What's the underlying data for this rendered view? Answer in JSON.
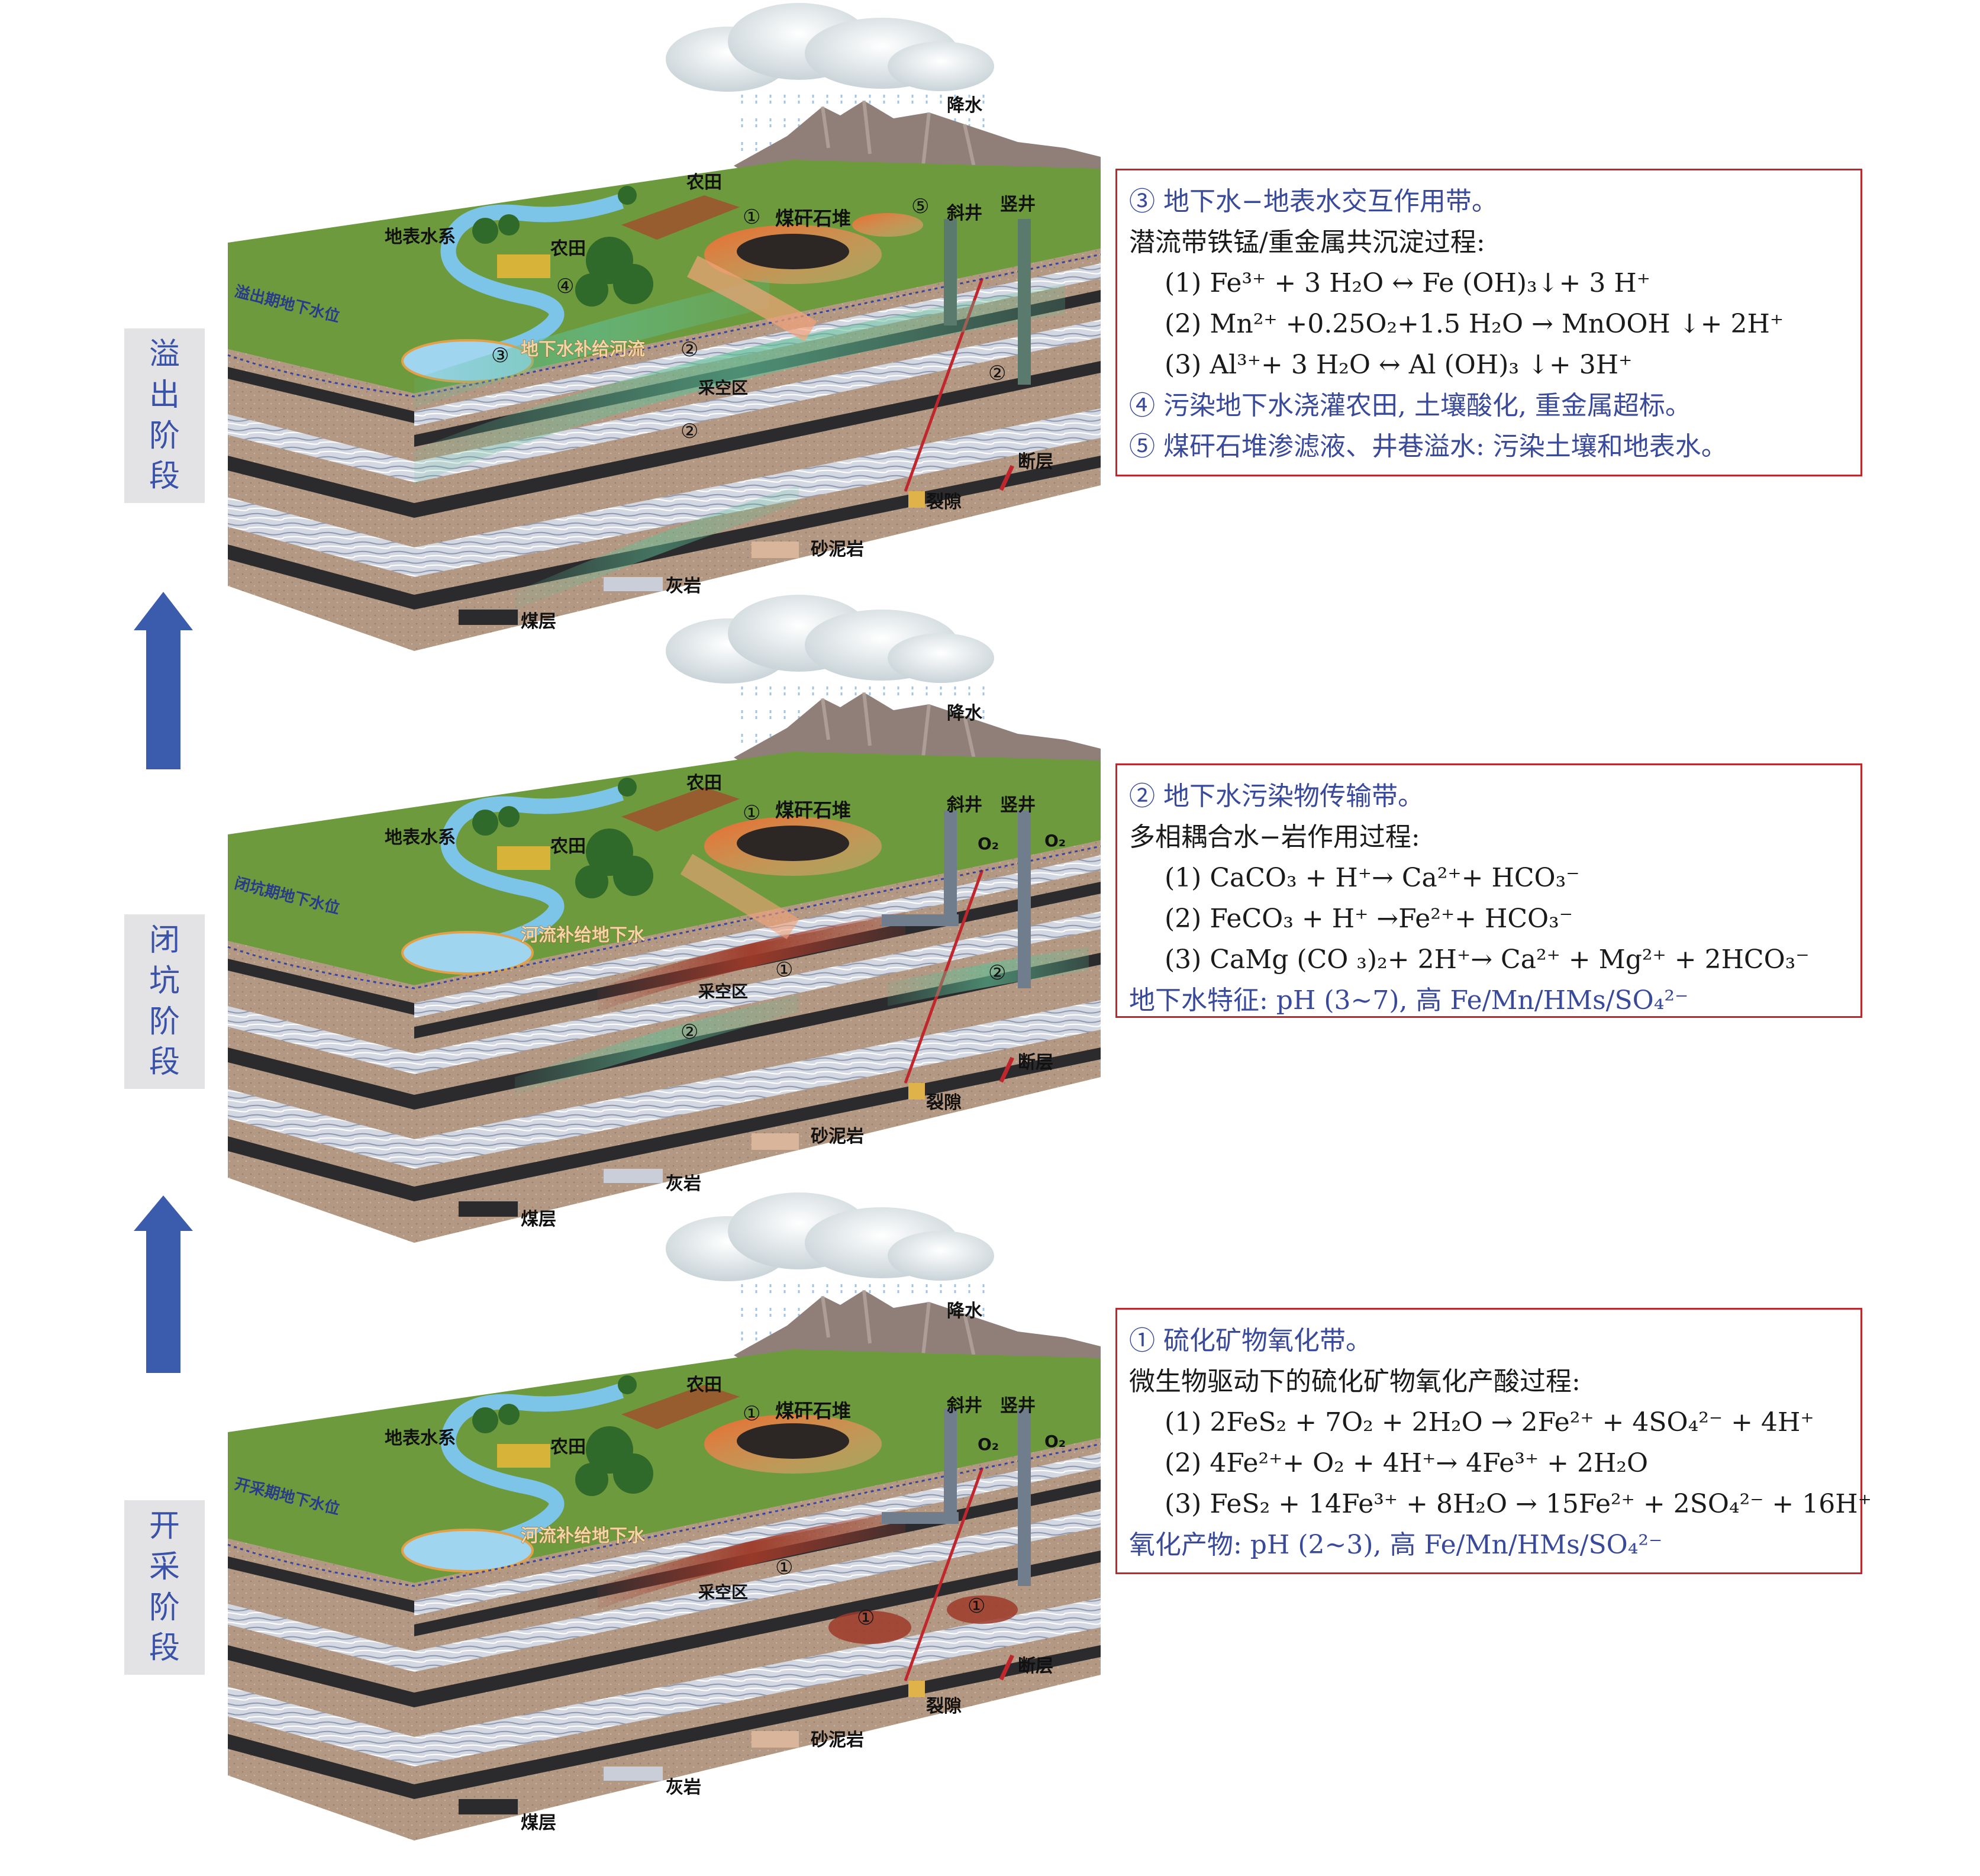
{
  "stages": [
    {
      "name": "溢出阶段",
      "chars": [
        "溢",
        "出",
        "阶",
        "段"
      ],
      "water_table": "溢出期地下水位",
      "labels": {
        "rain": "降水",
        "farmland_top": "农田",
        "farmland_mid": "农田",
        "surface_water": "地表水系",
        "gangue": "煤矸石堆",
        "incline": "斜井",
        "shaft": "竖井",
        "goaf": "采空区",
        "river_label": "地下水补给河流",
        "fault": "断层",
        "fracture": "裂隙",
        "sand_mud": "砂泥岩",
        "limestone": "灰岩",
        "coal": "煤层"
      },
      "zones": [
        "①",
        "②",
        "②",
        "②",
        "③",
        "④",
        "⑤"
      ],
      "info": {
        "title": "③ 地下水−地表水交互作用带。",
        "subtitle": "潜流带铁锰/重金属共沉淀过程:",
        "equations": [
          "(1) Fe³⁺ + 3 H₂O ↔ Fe (OH)₃↓+ 3 H⁺",
          "(2) Mn²⁺ +0.25O₂+1.5 H₂O → MnOOH ↓+ 2H⁺",
          "(3) Al³⁺+ 3 H₂O ↔ Al (OH)₃ ↓+ 3H⁺"
        ],
        "notes": [
          "④ 污染地下水浇灌农田, 土壤酸化, 重金属超标。",
          "⑤ 煤矸石堆渗滤液、井巷溢水: 污染土壤和地表水。"
        ]
      }
    },
    {
      "name": "闭坑阶段",
      "chars": [
        "闭",
        "坑",
        "阶",
        "段"
      ],
      "water_table": "闭坑期地下水位",
      "labels": {
        "rain": "降水",
        "farmland_top": "农田",
        "farmland_mid": "农田",
        "surface_water": "地表水系",
        "gangue": "煤矸石堆",
        "incline": "斜井",
        "shaft": "竖井",
        "goaf": "采空区",
        "river_label": "河流补给地下水",
        "fault": "断层",
        "fracture": "裂隙",
        "sand_mud": "砂泥岩",
        "limestone": "灰岩",
        "coal": "煤层",
        "o2": "O₂"
      },
      "zones": [
        "①",
        "①",
        "②",
        "②"
      ],
      "info": {
        "title": "② 地下水污染物传输带。",
        "subtitle": "多相耦合水−岩作用过程:",
        "equations": [
          "(1) CaCO₃ + H⁺→ Ca²⁺+ HCO₃⁻",
          "(2) FeCO₃ + H⁺ →Fe²⁺+ HCO₃⁻",
          "(3) CaMg (CO ₃)₂+ 2H⁺→ Ca²⁺ + Mg²⁺ + 2HCO₃⁻"
        ],
        "notes": [
          "地下水特征: pH (3~7), 高  Fe/Mn/HMs/SO₄²⁻"
        ]
      }
    },
    {
      "name": "开采阶段",
      "chars": [
        "开",
        "采",
        "阶",
        "段"
      ],
      "water_table": "开采期地下水位",
      "labels": {
        "rain": "降水",
        "farmland_top": "农田",
        "farmland_mid": "农田",
        "surface_water": "地表水系",
        "gangue": "煤矸石堆",
        "incline": "斜井",
        "shaft": "竖井",
        "goaf": "采空区",
        "river_label": "河流补给地下水",
        "fault": "断层",
        "fracture": "裂隙",
        "sand_mud": "砂泥岩",
        "limestone": "灰岩",
        "coal": "煤层",
        "o2": "O₂"
      },
      "zones": [
        "①",
        "①",
        "①",
        "①"
      ],
      "info": {
        "title": "① 硫化矿物氧化带。",
        "subtitle": "微生物驱动下的硫化矿物氧化产酸过程:",
        "equations": [
          "(1) 2FeS₂ + 7O₂ + 2H₂O → 2Fe²⁺ + 4SO₄²⁻ + 4H⁺",
          "(2) 4Fe²⁺+ O₂ + 4H⁺→ 4Fe³⁺ + 2H₂O",
          "(3) FeS₂ + 14Fe³⁺ + 8H₂O → 15Fe²⁺ + 2SO₄²⁻ + 16H⁺"
        ],
        "notes": [
          "氧化产物: pH (2~3), 高 Fe/Mn/HMs/SO₄²⁻"
        ]
      }
    }
  ],
  "colors": {
    "grass": "#6d9a3c",
    "sand_mud": "#b59a84",
    "coal": "#2b2b2e",
    "limestone": "#c9ced8",
    "frame": "#c0272d",
    "stage_bg": "#e3e3e6",
    "stage_text": "#3a52a8",
    "arrow": "#3b5cad",
    "fault": "#c0272d",
    "plume_green": "#5fbf96",
    "plume_red": "#9e3a2a",
    "mountain": "#8f7f78",
    "water": "#7cc4e8"
  }
}
